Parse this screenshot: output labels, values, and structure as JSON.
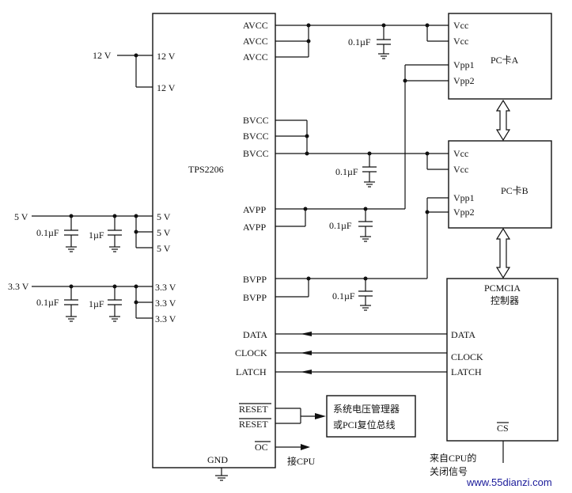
{
  "chip": {
    "name": "TPS2206",
    "left_pins": [
      "12 V",
      "12 V",
      "5 V",
      "5 V",
      "5 V",
      "3.3 V",
      "3.3 V",
      "3.3 V"
    ],
    "right_pins": [
      "AVCC",
      "AVCC",
      "AVCC",
      "BVCC",
      "BVCC",
      "BVCC",
      "AVPP",
      "AVPP",
      "BVPP",
      "BVPP",
      "DATA",
      "CLOCK",
      "LATCH",
      "RESET",
      "RESET",
      "OC"
    ],
    "gnd": "GND"
  },
  "supplies": {
    "v12": "12 V",
    "v5": "5 V",
    "v33": "3.3 V"
  },
  "caps": {
    "c01": "0.1µF",
    "c1": "1µF"
  },
  "card_a": {
    "title": "PC卡A",
    "pins": [
      "Vcc",
      "Vcc",
      "Vpp1",
      "Vpp2"
    ]
  },
  "card_b": {
    "title": "PC卡B",
    "pins": [
      "Vcc",
      "Vcc",
      "Vpp1",
      "Vpp2"
    ]
  },
  "controller": {
    "title_line1": "PCMCIA",
    "title_line2": "控制器",
    "pins": [
      "DATA",
      "CLOCK",
      "LATCH",
      "CS"
    ]
  },
  "power_mgr": {
    "line1": "系统电压管理器",
    "line2": "或PCI复位总线"
  },
  "to_cpu": "接CPU",
  "cpu_signal": {
    "line1": "来自CPU的",
    "line2": "关闭信号"
  },
  "watermark": "www.55dianzi.com"
}
